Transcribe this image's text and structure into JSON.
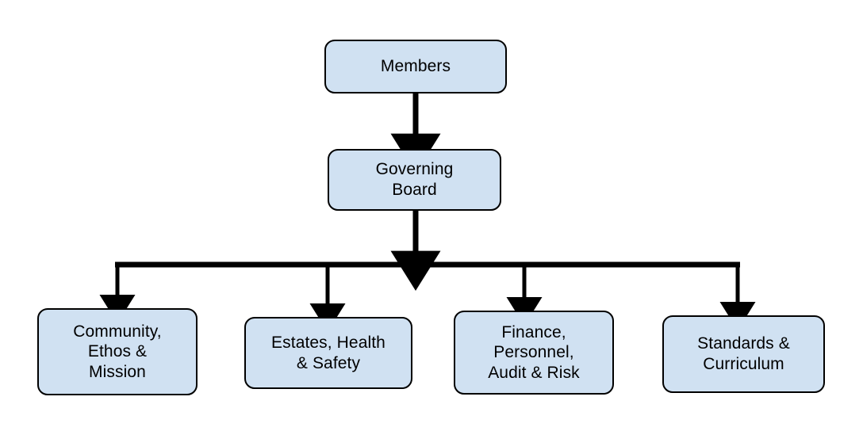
{
  "diagram": {
    "type": "organisational-chart",
    "orientation": "top-down",
    "background_color": "#ffffff",
    "node_fill_color": "#d0e1f2",
    "node_border_color": "#000000",
    "connector_color": "#000000",
    "nodes": [
      {
        "id": "members",
        "label": "Members",
        "level": 0
      },
      {
        "id": "governing",
        "label": "Governing\nBoard",
        "level": 1
      },
      {
        "id": "community",
        "label": "Community,\nEthos &\nMission",
        "level": 2
      },
      {
        "id": "estates",
        "label": "Estates, Health\n& Safety",
        "level": 2
      },
      {
        "id": "finance",
        "label": "Finance,\nPersonnel,\nAudit & Risk",
        "level": 2
      },
      {
        "id": "standards",
        "label": "Standards &\nCurriculum",
        "level": 2
      }
    ],
    "edges": [
      {
        "from": "members",
        "to": "governing",
        "style": "arrow"
      },
      {
        "from": "governing",
        "to": "community",
        "style": "arrow"
      },
      {
        "from": "governing",
        "to": "estates",
        "style": "arrow"
      },
      {
        "from": "governing",
        "to": "finance",
        "style": "arrow"
      },
      {
        "from": "governing",
        "to": "standards",
        "style": "arrow"
      }
    ]
  }
}
